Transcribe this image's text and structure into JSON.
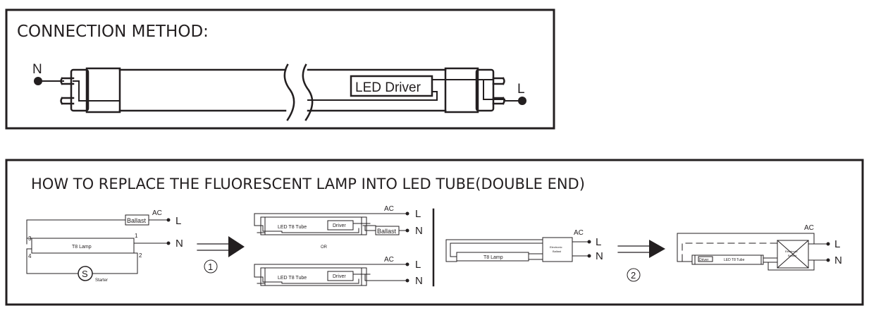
{
  "connection_panel": {
    "title": "CONNECTION METHOD:",
    "neutral_label": "N",
    "live_label": "L",
    "driver_label": "LED Driver"
  },
  "replace_panel": {
    "title": "HOW TO REPLACE THE FLUORESCENT LAMP INTO LED TUBE(DOUBLE END)",
    "step1_badge": "1",
    "step2_badge": "2",
    "original_circuit": {
      "ac_label": "AC",
      "ballast_label": "Ballast",
      "live_label": "L",
      "neutral_label": "N",
      "lamp_label": "T8 Lamp",
      "starter_symbol": "S",
      "starter_label": "Starter",
      "pins": [
        "1",
        "2",
        "3",
        "4"
      ]
    },
    "option_a": {
      "ac_label": "AC",
      "tube_label": "LED T8 Tube",
      "driver_label": "Driver",
      "ballast_label": "Ballast",
      "live_label": "L",
      "neutral_label": "N"
    },
    "or_label": "OR",
    "option_b": {
      "ac_label": "AC",
      "tube_label": "LED T8 Tube",
      "driver_label": "Driver",
      "live_label": "L",
      "neutral_label": "N"
    },
    "electronic_circuit": {
      "ac_label": "AC",
      "lamp_label": "T8 Lamp",
      "ballast_line1": "Electronic",
      "ballast_line2": "Ballast",
      "live_label": "L",
      "neutral_label": "N"
    },
    "electronic_replaced": {
      "ac_label": "AC",
      "driver_label": "Driver",
      "tube_label": "LED T8 Tube",
      "ballast_line1": "Electronic",
      "ballast_line2": "Ballast",
      "live_label": "L",
      "neutral_label": "N"
    }
  }
}
